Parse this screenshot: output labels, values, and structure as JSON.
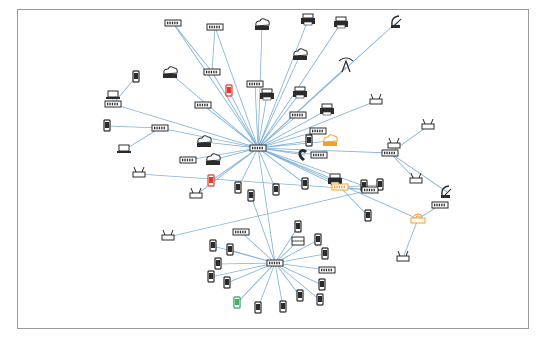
{
  "diagram": {
    "type": "network-topology",
    "colors": {
      "link": "#7fb0d8",
      "device": "#2b2b2b",
      "device_fill": "#ffffff",
      "alert_red": "#e23b2e",
      "warning_orange": "#f0a02a",
      "ok_green": "#3db36b",
      "frame_border": "#9a9a9a"
    },
    "legend": "none",
    "nodes": [
      {
        "id": "core",
        "icon": "switch-icon"
      },
      {
        "id": "hub-south",
        "icon": "switch-icon"
      },
      {
        "id": "hub-west",
        "icon": "switch-icon"
      },
      {
        "id": "hub-northwest",
        "icon": "switch-icon"
      },
      {
        "id": "hub-north",
        "icon": "switch-icon"
      },
      {
        "id": "hub-east",
        "icon": "switch-icon"
      },
      {
        "id": "hub-southeast",
        "icon": "wireless-access-point-icon",
        "status": "warning"
      },
      {
        "id": "n1",
        "icon": "switch-icon"
      },
      {
        "id": "n2",
        "icon": "switch-icon"
      },
      {
        "id": "n3",
        "icon": "cloud-router-icon"
      },
      {
        "id": "n4",
        "icon": "printer-icon"
      },
      {
        "id": "n5",
        "icon": "printer-icon"
      },
      {
        "id": "n6",
        "icon": "cloud-router-icon"
      },
      {
        "id": "n7",
        "icon": "wireless-tower-icon"
      },
      {
        "id": "n8",
        "icon": "satellite-dish-icon"
      },
      {
        "id": "n9",
        "icon": "cloud-router-icon"
      },
      {
        "id": "n10",
        "icon": "mobile-phone-icon"
      },
      {
        "id": "n11",
        "icon": "laptop-icon"
      },
      {
        "id": "n12",
        "icon": "mobile-phone-icon"
      },
      {
        "id": "n13",
        "icon": "laptop-icon"
      },
      {
        "id": "n14",
        "icon": "mobile-phone-icon",
        "status": "alert"
      },
      {
        "id": "n15",
        "icon": "switch-icon"
      },
      {
        "id": "n16",
        "icon": "printer-icon"
      },
      {
        "id": "n17",
        "icon": "printer-icon"
      },
      {
        "id": "n18",
        "icon": "printer-icon"
      },
      {
        "id": "n19",
        "icon": "switch-icon"
      },
      {
        "id": "n20",
        "icon": "switch-icon"
      },
      {
        "id": "n21",
        "icon": "modem-icon"
      },
      {
        "id": "n22",
        "icon": "cloud-router-icon"
      },
      {
        "id": "n23",
        "icon": "cloud-router-icon",
        "status": "warning"
      },
      {
        "id": "n24",
        "icon": "switch-icon"
      },
      {
        "id": "n25",
        "icon": "mobile-phone-icon"
      },
      {
        "id": "n26",
        "icon": "switch-icon"
      },
      {
        "id": "n27",
        "icon": "cloud-router-icon"
      },
      {
        "id": "n28",
        "icon": "mobile-phone-icon",
        "status": "alert"
      },
      {
        "id": "n29",
        "icon": "desk-phone-icon"
      },
      {
        "id": "n30",
        "icon": "switch-icon"
      },
      {
        "id": "n31",
        "icon": "printer-icon"
      },
      {
        "id": "n32",
        "icon": "mobile-phone-icon"
      },
      {
        "id": "n33",
        "icon": "mobile-phone-icon"
      },
      {
        "id": "n34",
        "icon": "mobile-phone-icon"
      },
      {
        "id": "n35",
        "icon": "modem-icon"
      },
      {
        "id": "n36",
        "icon": "switch-icon"
      },
      {
        "id": "n37",
        "icon": "mobile-phone-icon"
      },
      {
        "id": "n38",
        "icon": "mobile-phone-icon"
      },
      {
        "id": "n39",
        "icon": "mobile-phone-icon"
      },
      {
        "id": "n40",
        "icon": "mobile-phone-icon"
      },
      {
        "id": "n41",
        "icon": "mobile-phone-icon"
      },
      {
        "id": "n42",
        "icon": "mobile-phone-icon"
      },
      {
        "id": "n43",
        "icon": "mobile-phone-icon"
      },
      {
        "id": "n44",
        "icon": "mobile-phone-icon"
      },
      {
        "id": "n45",
        "icon": "mobile-phone-icon"
      },
      {
        "id": "n46",
        "icon": "mobile-phone-icon",
        "status": "ok"
      },
      {
        "id": "n47",
        "icon": "mobile-phone-icon"
      },
      {
        "id": "n48",
        "icon": "mobile-phone-icon"
      },
      {
        "id": "n49",
        "icon": "switch-icon"
      },
      {
        "id": "n50",
        "icon": "mobile-phone-icon"
      },
      {
        "id": "n51",
        "icon": "mobile-phone-icon"
      },
      {
        "id": "n52",
        "icon": "mobile-phone-icon"
      },
      {
        "id": "n53",
        "icon": "gateway-icon"
      },
      {
        "id": "n54",
        "icon": "mobile-phone-icon"
      },
      {
        "id": "n55",
        "icon": "mobile-phone-icon"
      },
      {
        "id": "n56",
        "icon": "switch-icon",
        "status": "warning"
      },
      {
        "id": "n57",
        "icon": "mobile-phone-icon"
      },
      {
        "id": "n58",
        "icon": "mobile-phone-icon"
      },
      {
        "id": "n59",
        "icon": "modem-icon"
      },
      {
        "id": "n60",
        "icon": "modem-icon"
      },
      {
        "id": "n61",
        "icon": "modem-icon"
      },
      {
        "id": "n62",
        "icon": "satellite-dish-icon"
      },
      {
        "id": "n63",
        "icon": "modem-icon"
      },
      {
        "id": "n64",
        "icon": "switch-icon"
      },
      {
        "id": "n65",
        "icon": "switch-icon"
      },
      {
        "id": "n66",
        "icon": "modem-icon"
      },
      {
        "id": "n67",
        "icon": "modem-icon"
      }
    ],
    "links": [
      [
        "core",
        "n1"
      ],
      [
        "core",
        "n2"
      ],
      [
        "core",
        "n3"
      ],
      [
        "core",
        "n4"
      ],
      [
        "core",
        "n5"
      ],
      [
        "core",
        "n6"
      ],
      [
        "core",
        "n7"
      ],
      [
        "core",
        "n9"
      ],
      [
        "core",
        "n14"
      ],
      [
        "core",
        "n15"
      ],
      [
        "core",
        "n16"
      ],
      [
        "core",
        "n17"
      ],
      [
        "core",
        "n18"
      ],
      [
        "core",
        "n19"
      ],
      [
        "core",
        "n20"
      ],
      [
        "core",
        "n21"
      ],
      [
        "core",
        "n22"
      ],
      [
        "core",
        "n23"
      ],
      [
        "core",
        "n24"
      ],
      [
        "core",
        "n25"
      ],
      [
        "core",
        "n26"
      ],
      [
        "core",
        "n27"
      ],
      [
        "core",
        "n28"
      ],
      [
        "core",
        "n29"
      ],
      [
        "core",
        "n30"
      ],
      [
        "core",
        "n31"
      ],
      [
        "core",
        "n32"
      ],
      [
        "core",
        "n33"
      ],
      [
        "core",
        "n34"
      ],
      [
        "core",
        "n35"
      ],
      [
        "core",
        "hub-south"
      ],
      [
        "core",
        "hub-west"
      ],
      [
        "core",
        "hub-northwest"
      ],
      [
        "core",
        "hub-north"
      ],
      [
        "core",
        "hub-east"
      ],
      [
        "core",
        "n56"
      ],
      [
        "core",
        "n55"
      ],
      [
        "core",
        "n8"
      ],
      [
        "hub-northwest",
        "n10"
      ],
      [
        "hub-northwest",
        "n11"
      ],
      [
        "hub-west",
        "n12"
      ],
      [
        "hub-west",
        "n13"
      ],
      [
        "hub-north",
        "n1"
      ],
      [
        "hub-north",
        "n2"
      ],
      [
        "hub-east",
        "n59"
      ],
      [
        "hub-east",
        "n60"
      ],
      [
        "hub-east",
        "n61"
      ],
      [
        "hub-east",
        "n62"
      ],
      [
        "hub-southeast",
        "n63"
      ],
      [
        "hub-southeast",
        "n64"
      ],
      [
        "hub-south",
        "n36"
      ],
      [
        "hub-south",
        "n37"
      ],
      [
        "hub-south",
        "n38"
      ],
      [
        "hub-south",
        "n39"
      ],
      [
        "hub-south",
        "n40"
      ],
      [
        "hub-south",
        "n41"
      ],
      [
        "hub-south",
        "n42"
      ],
      [
        "hub-south",
        "n43"
      ],
      [
        "hub-south",
        "n44"
      ],
      [
        "hub-south",
        "n45"
      ],
      [
        "hub-south",
        "n46"
      ],
      [
        "hub-south",
        "n47"
      ],
      [
        "hub-south",
        "n48"
      ],
      [
        "hub-south",
        "n49"
      ],
      [
        "hub-south",
        "n50"
      ],
      [
        "hub-south",
        "n51"
      ],
      [
        "hub-south",
        "n52"
      ],
      [
        "hub-south",
        "n53"
      ],
      [
        "hub-south",
        "n54"
      ],
      [
        "n56",
        "n57"
      ],
      [
        "n56",
        "n58"
      ],
      [
        "n56",
        "n65"
      ],
      [
        "n65",
        "n66"
      ],
      [
        "n65",
        "n67"
      ],
      [
        "core",
        "hub-southeast"
      ]
    ]
  }
}
